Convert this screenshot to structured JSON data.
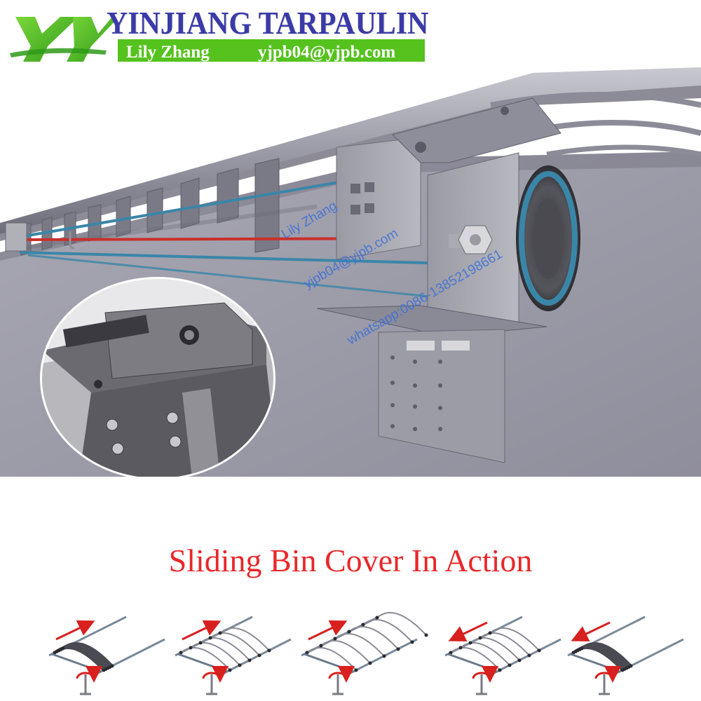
{
  "header": {
    "company": "YINJIANG TARPAULIN",
    "contact_name": "Lily Zhang",
    "contact_email": "yjpb04@yjpb.com"
  },
  "watermark": {
    "name": "Lily Zhang",
    "email": "yjpb04@yjpb.com",
    "phone": "whatsapp:0086-13852198661"
  },
  "caption": "Sliding Bin Cover In Action",
  "colors": {
    "brand_blue": "#3a3aa8",
    "brand_green": "#55c21e",
    "caption_red": "#e8282a",
    "cable_teal": "#3a86a8",
    "cable_red": "#c8302c",
    "arrow_red": "#d8201e"
  },
  "steps": [
    {
      "stage": "folded",
      "arrow": "right"
    },
    {
      "stage": "opening",
      "arrow": "right"
    },
    {
      "stage": "open",
      "arrow": "right"
    },
    {
      "stage": "closing",
      "arrow": "left"
    },
    {
      "stage": "folded",
      "arrow": "left"
    }
  ]
}
